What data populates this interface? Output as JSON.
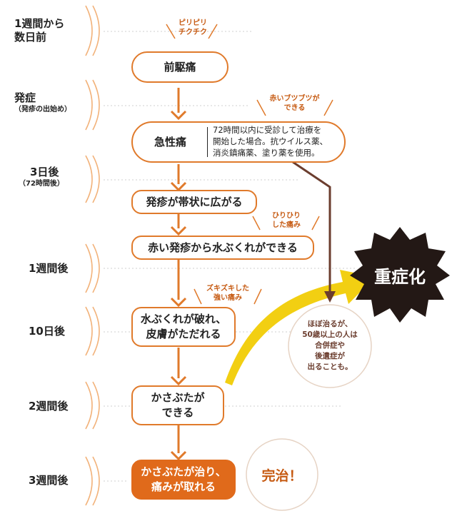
{
  "timeline": [
    {
      "label": "1週間から",
      "label2": "数日前",
      "sub": ""
    },
    {
      "label": "発症",
      "label2": "",
      "sub": "（発疹の出始め）"
    },
    {
      "label": "3日後",
      "label2": "",
      "sub": "（72時間後）"
    },
    {
      "label": "1週間後",
      "label2": "",
      "sub": ""
    },
    {
      "label": "10日後",
      "label2": "",
      "sub": ""
    },
    {
      "label": "2週間後",
      "label2": "",
      "sub": ""
    },
    {
      "label": "3週間後",
      "label2": "",
      "sub": ""
    }
  ],
  "stages": [
    {
      "line1": "前駆痛",
      "line2": ""
    },
    {
      "line1": "急性痛",
      "line2": ""
    },
    {
      "line1": "発疹が帯状に広がる",
      "line2": ""
    },
    {
      "line1": "赤い発疹から水ぶくれができる",
      "line2": ""
    },
    {
      "line1": "水ぶくれが破れ、",
      "line2": "皮膚がただれる"
    },
    {
      "line1": "かさぶたが",
      "line2": "できる"
    },
    {
      "line1": "かさぶたが治り、",
      "line2": "痛みが取れる"
    }
  ],
  "treatment_note": [
    "72時間以内に受診して治療を",
    "開始した場合。抗ウイルス薬、",
    "消炎鎮痛薬、塗り薬を使用。"
  ],
  "callouts": [
    {
      "line1": "ピリピリ",
      "line2": "チクチク"
    },
    {
      "line1": "赤いブツブツが",
      "line2": "できる"
    },
    {
      "line1": "ひりひり",
      "line2": "した痛み"
    },
    {
      "line1": "ズキズキした",
      "line2": "強い痛み"
    }
  ],
  "outcome_note": [
    "ほぼ治るが、",
    "50歳以上の人は",
    "合併症や",
    "後遺症が",
    "出ることも。"
  ],
  "severe_label": "重症化",
  "cured_label": "完治！",
  "colors": {
    "orange": "#e07a2b",
    "orange_fill": "#e06a1b",
    "brown": "#6b3d2e",
    "yellow": "#f2cf12",
    "burst": "#231815",
    "callout_text": "#c65a12"
  }
}
